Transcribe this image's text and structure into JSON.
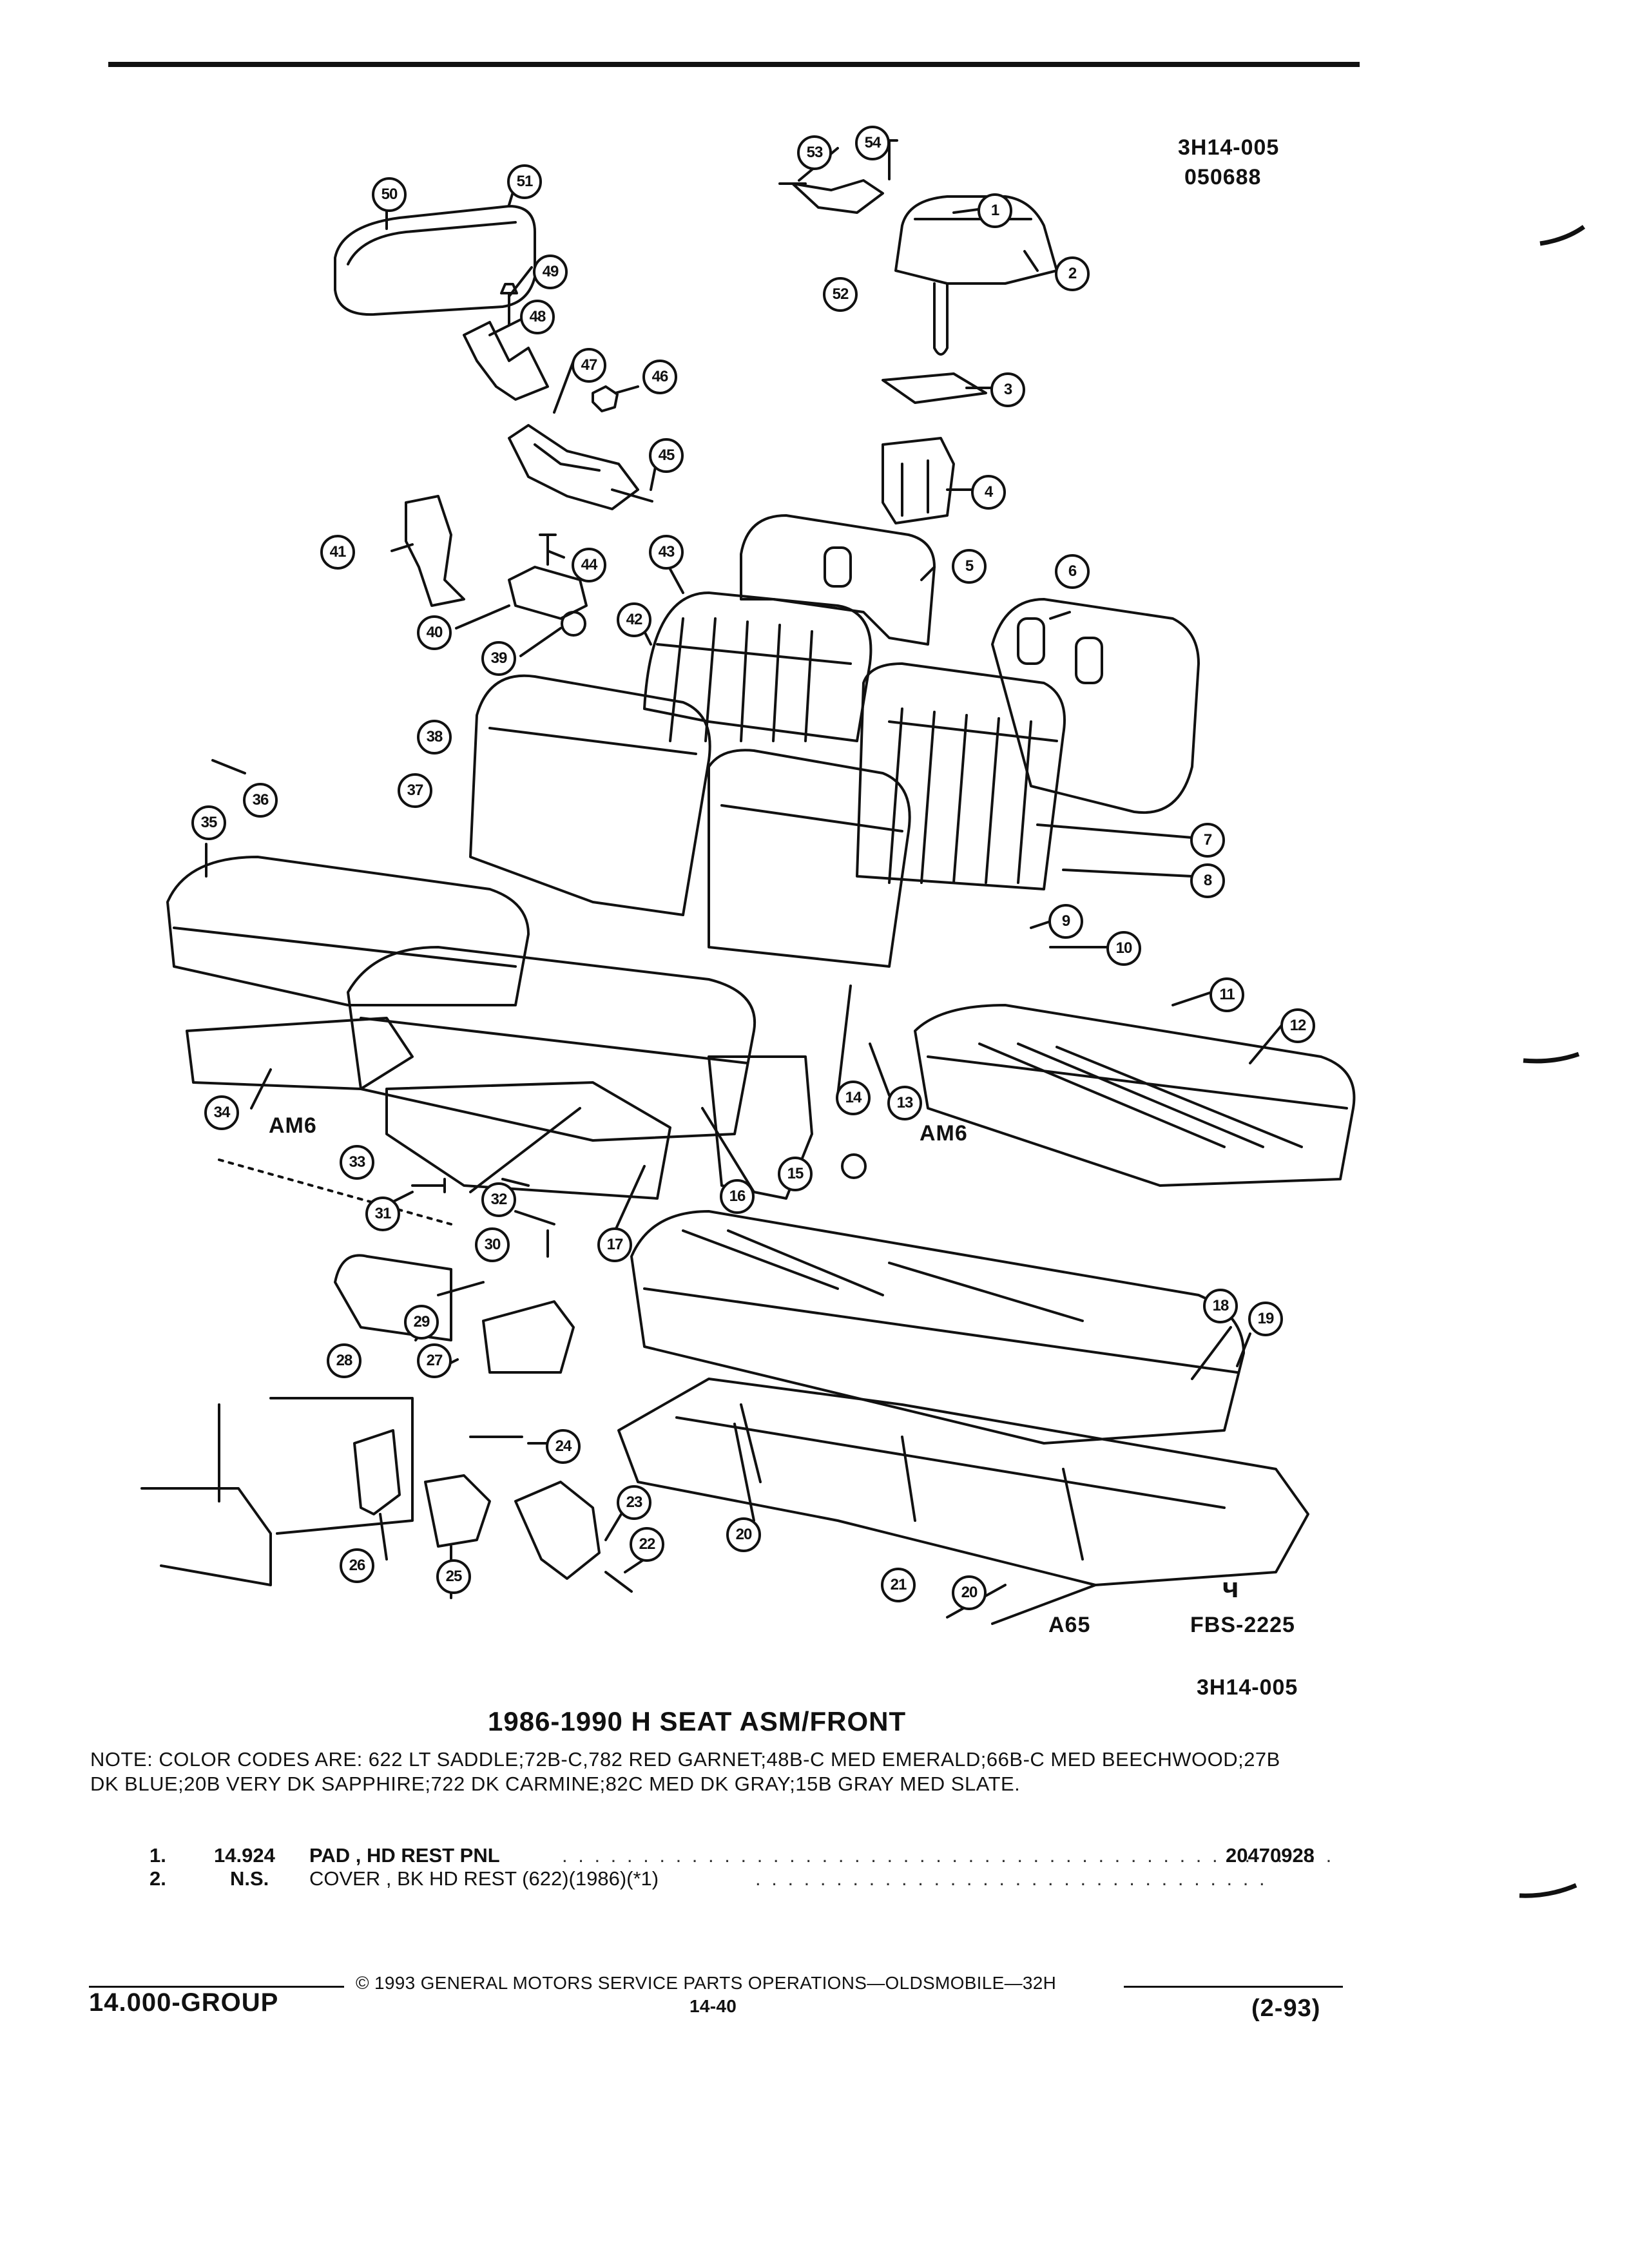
{
  "header": {
    "ref_code": "3H14-005",
    "ref_date": "050688"
  },
  "diagram": {
    "callouts": [
      "1",
      "2",
      "3",
      "4",
      "5",
      "6",
      "7",
      "8",
      "9",
      "10",
      "11",
      "12",
      "13",
      "14",
      "15",
      "16",
      "17",
      "18",
      "19",
      "20",
      "20",
      "21",
      "22",
      "23",
      "24",
      "25",
      "26",
      "27",
      "28",
      "29",
      "30",
      "31",
      "32",
      "33",
      "34",
      "35",
      "36",
      "37",
      "38",
      "39",
      "40",
      "41",
      "42",
      "43",
      "44",
      "45",
      "46",
      "47",
      "48",
      "49",
      "50",
      "51",
      "52",
      "53",
      "54"
    ],
    "labels": {
      "am6_left": "AM6",
      "am6_right": "AM6",
      "a65": "A65",
      "fbs": "FBS-2225",
      "fbs_symbol": "ч"
    },
    "bottom_ref": "3H14-005"
  },
  "title": "1986-1990 H SEAT ASM/FRONT",
  "note": "NOTE:  COLOR CODES ARE: 622 LT SADDLE;72B-C,782 RED GARNET;48B-C MED EMERALD;66B-C MED BEECHWOOD;27B DK BLUE;20B VERY DK SAPPHIRE;722 DK CARMINE;82C MED DK GRAY;15B GRAY MED SLATE.",
  "parts": [
    {
      "num": "1.",
      "group": "14.924",
      "desc": "PAD , HD REST PNL",
      "part_no": "20470928"
    },
    {
      "num": "2.",
      "group": "N.S.",
      "desc": "COVER , BK HD REST (622)(1986)(*1)",
      "part_no": ""
    }
  ],
  "footer": {
    "copyright": "© 1993 GENERAL MOTORS SERVICE PARTS OPERATIONS—OLDSMOBILE—32H",
    "group": "14.000-GROUP",
    "page": "14-40",
    "edition": "(2-93)"
  }
}
